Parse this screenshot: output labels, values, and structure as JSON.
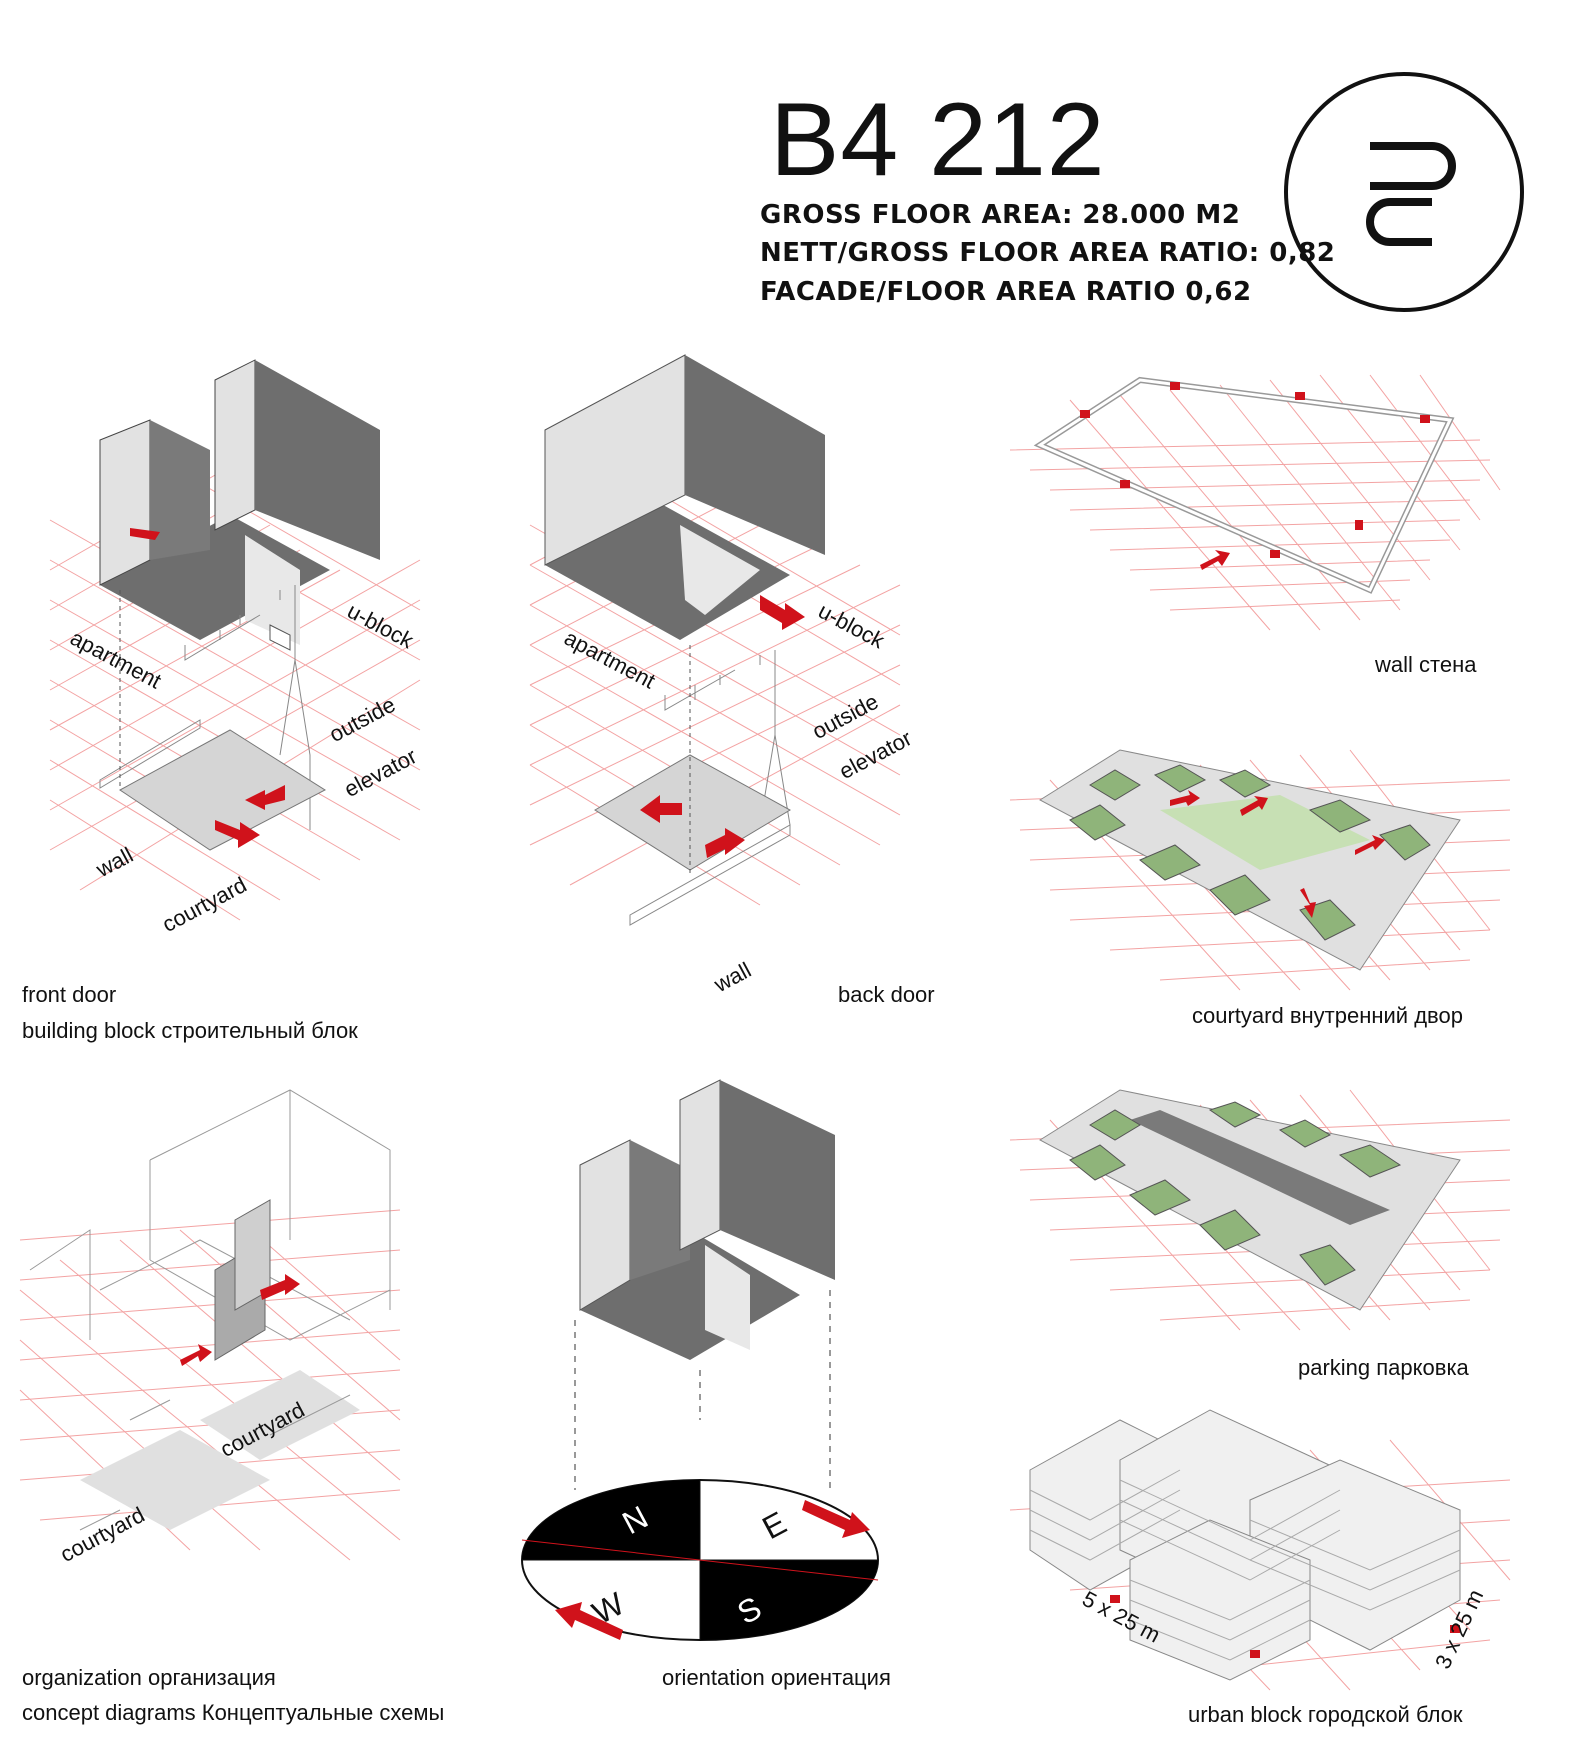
{
  "header": {
    "title": "B4 212",
    "specs": [
      "GROSS FLOOR AREA: 28.000 M2",
      "NETT/GROSS FLOOR AREA RATIO: 0,82",
      "FACADE/FLOOR AREA RATIO 0,62"
    ],
    "logo_letters": "U S"
  },
  "colors": {
    "accent": "#d0121b",
    "grid": "#f3a3a3",
    "dark": "#6e6e6e",
    "mid": "#8a8a8a",
    "light": "#dcdcdc",
    "green": "#8fb47a"
  },
  "front_door": {
    "labels": {
      "apartment": "apartment",
      "ublock": "u-block",
      "outside": "outside",
      "elevator": "elevator",
      "wall": "wall",
      "courtyard": "courtyard"
    },
    "caption1": "front door",
    "caption2": "building block строительный блок"
  },
  "back_door": {
    "labels": {
      "apartment": "apartment",
      "ublock": "u-block",
      "outside": "outside",
      "elevator": "elevator",
      "wall": "wall"
    },
    "caption": "back door"
  },
  "right_column": {
    "wall": "wall стена",
    "courtyard": "courtyard внутренний двор",
    "parking": "parking парковка",
    "urban": "urban block городской блок",
    "dim1": "5 x 25 m",
    "dim2": "3 x 25 m"
  },
  "organization": {
    "labels": {
      "courtyard_a": "courtyard",
      "courtyard_b": "courtyard"
    },
    "caption1": "organization организация",
    "caption2": "concept diagrams Концептуальные схемы"
  },
  "orientation": {
    "compass": {
      "n": "N",
      "e": "E",
      "s": "S",
      "w": "W"
    },
    "caption": "orientation ориентация"
  }
}
